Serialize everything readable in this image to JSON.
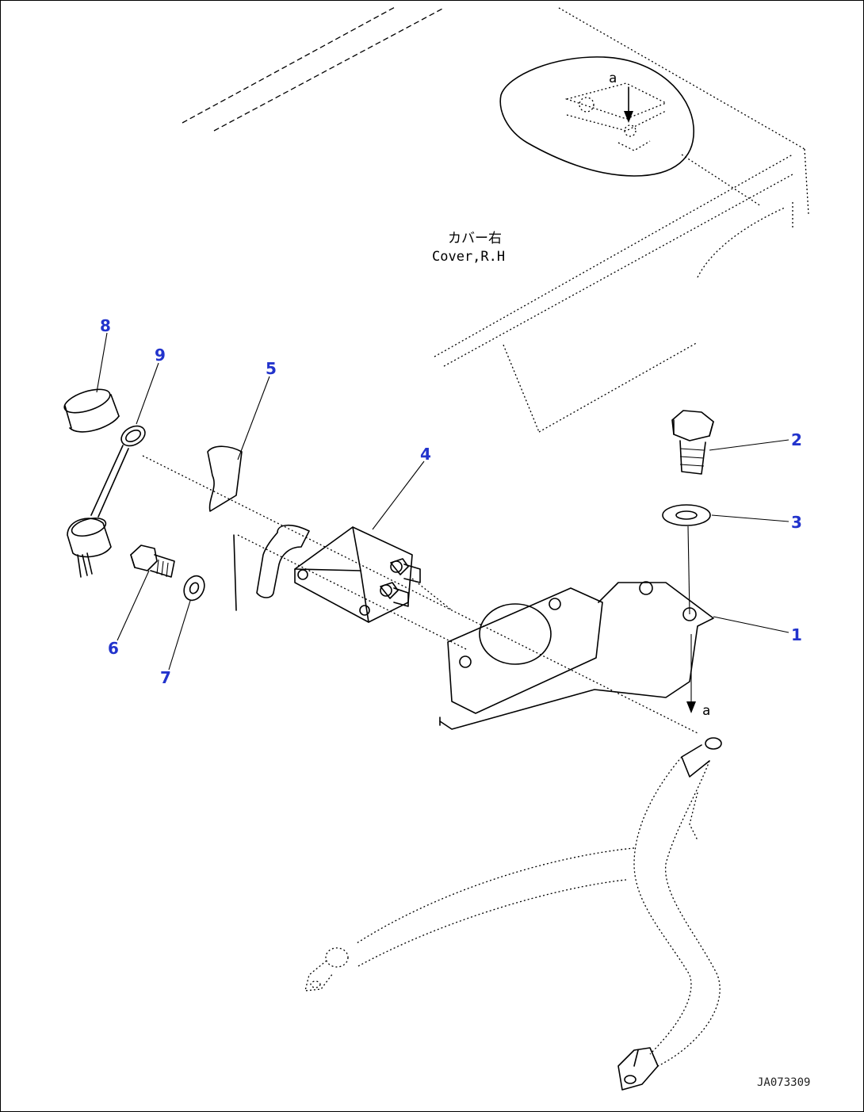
{
  "cover_label": {
    "jp": "カバー右",
    "en": "Cover,R.H"
  },
  "view_marker": "a",
  "drawing_code": "JA073309",
  "callouts": [
    "1",
    "2",
    "3",
    "4",
    "5",
    "6",
    "7",
    "8",
    "9"
  ],
  "colors": {
    "callout": "#2233cc",
    "line": "#000000",
    "background": "#ffffff"
  }
}
